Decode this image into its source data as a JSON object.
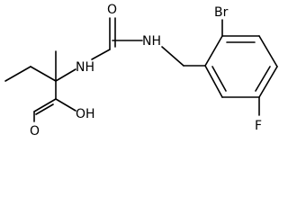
{
  "molecule": {
    "atoms": {
      "br": "Br",
      "o_top": "O",
      "nh_left": "NH",
      "nh_right": "NH",
      "f": "F",
      "oh": "OH",
      "o_acid": "O"
    }
  }
}
